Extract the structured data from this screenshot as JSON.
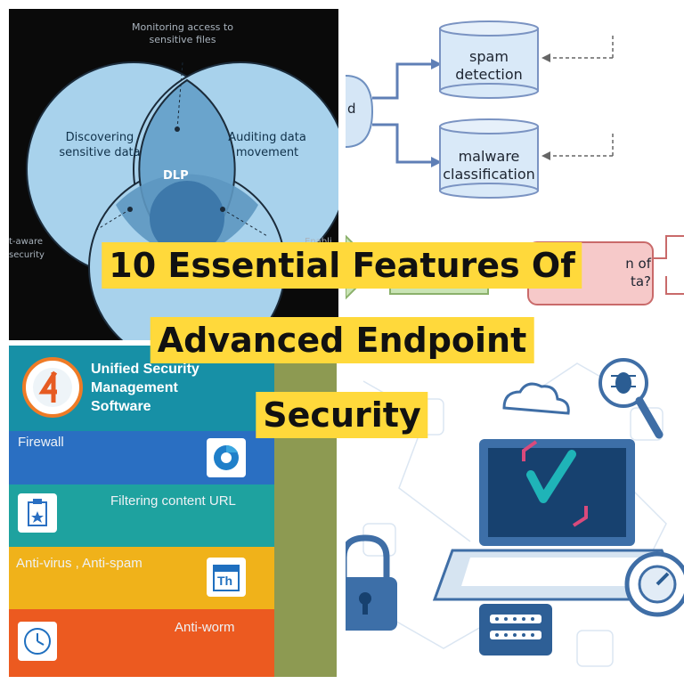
{
  "dlp_diagram": {
    "top_caption": "Monitoring access to\nsensitive files",
    "left_label": "Discovering\nsensitive data",
    "right_label": "Auditing data\nmovement",
    "center_label": "DLP",
    "side_left_text": "t-aware\nsecurity",
    "side_right_text": "Enabli"
  },
  "flowchart": {
    "box1": "spam\ndetection",
    "box2": "malware\nclassification",
    "partial_left": "d",
    "partial_right": "n of\nta?"
  },
  "usm": {
    "header": "Unified Security\nManagement\nSoftware",
    "rows": [
      {
        "label": "Firewall",
        "icon": "chrome-like-icon",
        "color": "#2a6fc2"
      },
      {
        "label": "Filtering content URL",
        "icon": "clipboard-icon",
        "color": "#1ea29f"
      },
      {
        "label": "Anti-virus , Anti-spam",
        "icon": "calendar-icon",
        "color": "#f0b21a"
      },
      {
        "label": "Anti-worm",
        "icon": "clock-icon",
        "color": "#ec5a20"
      }
    ],
    "calendar_text": "Th"
  },
  "title": {
    "line1": "10 Essential Features Of",
    "line2": "Advanced Endpoint",
    "line3": "Security"
  }
}
